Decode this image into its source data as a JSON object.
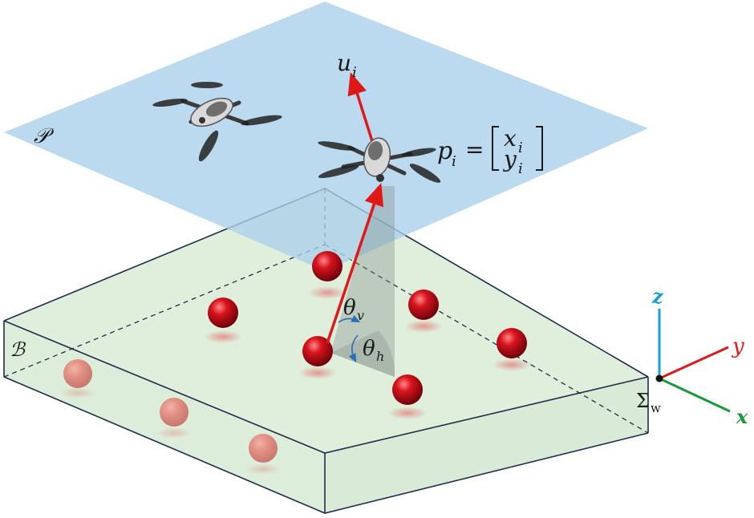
{
  "labels": {
    "plane": "𝒫",
    "box": "ℬ",
    "heading_vec": "u",
    "heading_sub": "i",
    "position_lhs": "p",
    "position_sub": "i",
    "position_eq": "=",
    "position_x": "x",
    "position_x_sub": "i",
    "position_y": "y",
    "position_y_sub": "i",
    "theta_v": "θ",
    "theta_v_sub": "v",
    "theta_h": "θ",
    "theta_h_sub": "h",
    "axis_z": "z",
    "axis_y": "y",
    "axis_x": "x",
    "world_frame": "Σ",
    "world_frame_sub": "w"
  },
  "colors": {
    "plane_fill": "#b8d9ee",
    "box_fill": "#d8ecd4",
    "box_edge": "#1f2d4d",
    "arrow": "#e01818",
    "target": "#c8101a",
    "axis_z": "#1aa0d8",
    "axis_y": "#e01818",
    "axis_x": "#1a9a3a"
  },
  "icons": [
    "drone-icon",
    "drone-icon",
    "target-sphere-icon"
  ]
}
